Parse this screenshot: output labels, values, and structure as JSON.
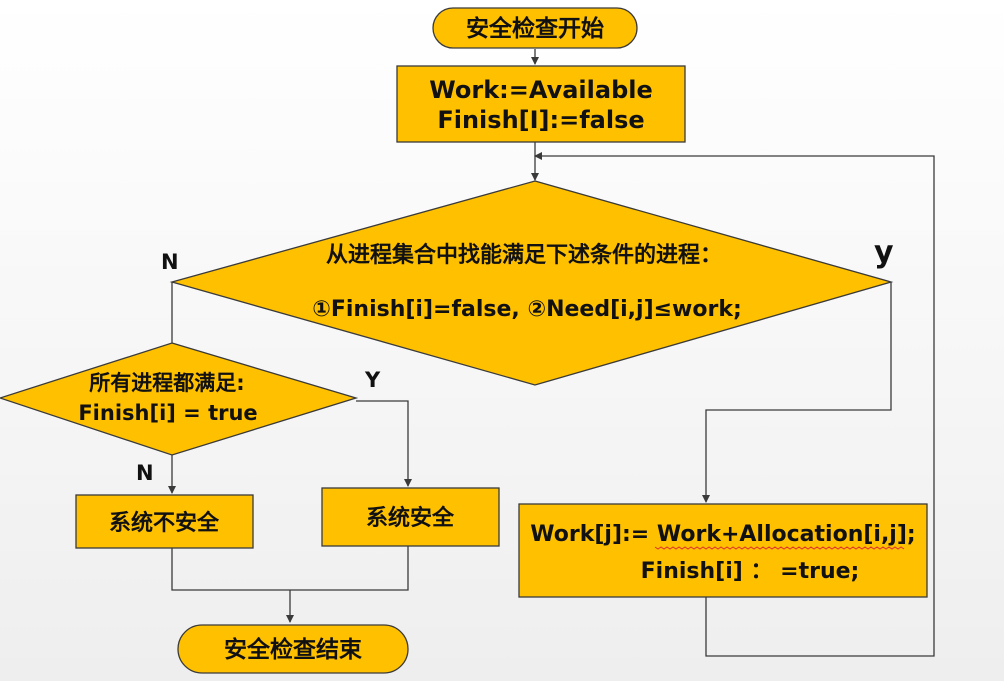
{
  "flowchart": {
    "start": "安全检查开始",
    "init_line1": "Work:=Available",
    "init_line2": "Finish[I]:=false",
    "find_line1": "从进程集合中找能满足下述条件的进程：",
    "find_line2": "①Finish[i]=false, ②Need[i,j]≤work;",
    "find_no": "N",
    "find_yes": "y",
    "all_line1": "所有进程都满足:",
    "all_line2": "Finish[i] = true",
    "all_no": "N",
    "all_yes": "Y",
    "unsafe": "系统不安全",
    "safe": "系统安全",
    "update_line1": "Work[j]:= Work+Allocation[i,j];",
    "update_line2": "Finish[i] ： =true;",
    "end": "安全检查结束"
  },
  "colors": {
    "shape_fill": "#FFC000",
    "stroke": "#3a3a3a",
    "text": "#111111",
    "spellcheck_underline": "#e03030"
  }
}
